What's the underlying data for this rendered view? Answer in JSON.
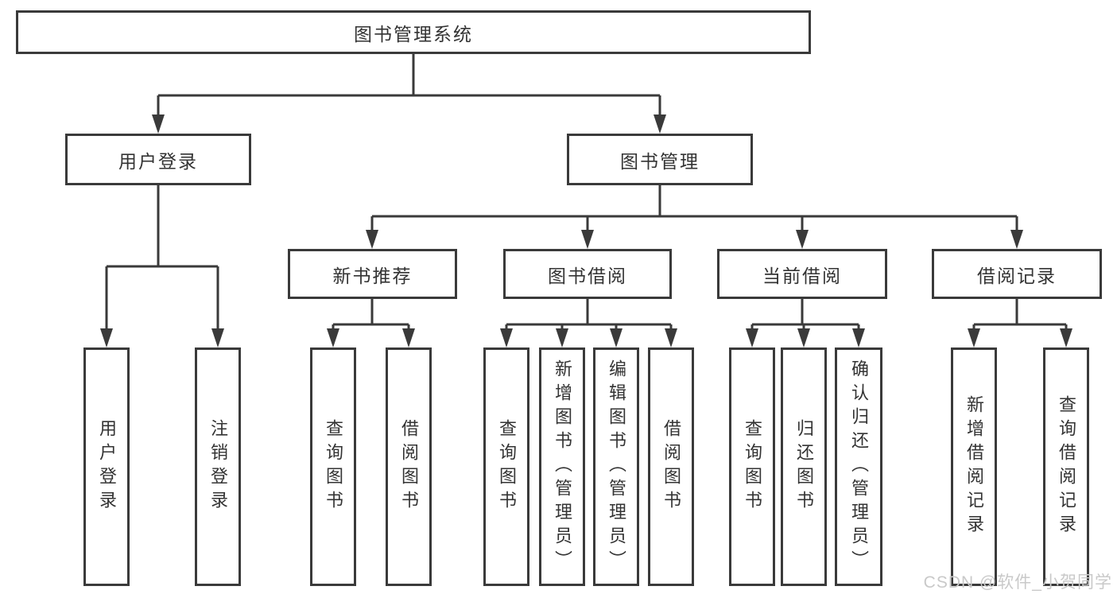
{
  "diagram": {
    "root": {
      "label": "图书管理系统"
    },
    "level2": [
      {
        "id": "user-login",
        "label": "用户登录"
      },
      {
        "id": "book-management",
        "label": "图书管理"
      }
    ],
    "level3": [
      {
        "id": "new-book-recommend",
        "label": "新书推荐",
        "parent": "图书管理"
      },
      {
        "id": "book-borrow",
        "label": "图书借阅",
        "parent": "图书管理"
      },
      {
        "id": "current-borrow",
        "label": "当前借阅",
        "parent": "图书管理"
      },
      {
        "id": "borrow-records",
        "label": "借阅记录",
        "parent": "图书管理"
      }
    ],
    "leaves": [
      {
        "label": "用户登录",
        "parent": "用户登录"
      },
      {
        "label": "注销登录",
        "parent": "用户登录"
      },
      {
        "label": "查询图书",
        "parent": "新书推荐"
      },
      {
        "label": "借阅图书",
        "parent": "新书推荐"
      },
      {
        "label": "查询图书",
        "parent": "图书借阅"
      },
      {
        "label": "新增图书（管理员）",
        "parent": "图书借阅"
      },
      {
        "label": "编辑图书（管理员）",
        "parent": "图书借阅"
      },
      {
        "label": "借阅图书",
        "parent": "图书借阅"
      },
      {
        "label": "查询图书",
        "parent": "当前借阅"
      },
      {
        "label": "归还图书",
        "parent": "当前借阅"
      },
      {
        "label": "确认归还（管理员）",
        "parent": "当前借阅"
      },
      {
        "label": "新增借阅记录",
        "parent": "借阅记录"
      },
      {
        "label": "查询借阅记录",
        "parent": "借阅记录"
      }
    ]
  },
  "watermark": "CSDN @软件_小贺同学",
  "colors": {
    "line": "#3a3a3a",
    "text": "#333333",
    "watermark": "#c9c9c9",
    "background": "#ffffff"
  }
}
